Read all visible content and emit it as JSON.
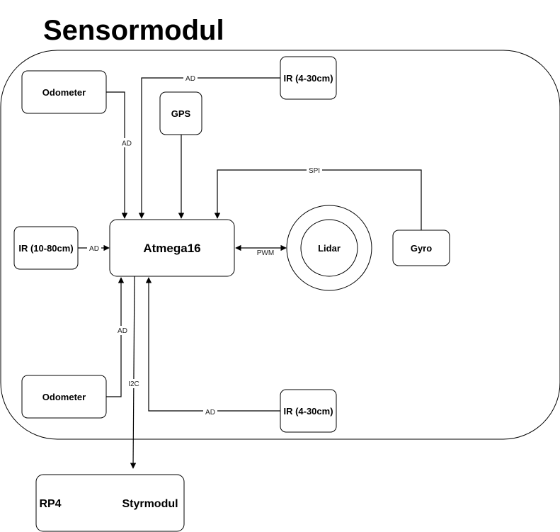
{
  "diagram": {
    "title": "Sensormodul",
    "nodes": {
      "odometer_top": "Odometer",
      "gps": "GPS",
      "ir_top": "IR (4-30cm)",
      "ir_left": "IR (10-80cm)",
      "atmega": "Atmega16",
      "lidar": "Lidar",
      "gyro": "Gyro",
      "odometer_bottom": "Odometer",
      "ir_bottom": "IR (4-30cm)",
      "rp4": "RP4",
      "styrmodul": "Styrmodul"
    },
    "edges": {
      "odometer_top_ad": "AD",
      "ir_top_ad": "AD",
      "gyro_spi": "SPI",
      "ir_left_ad": "AD",
      "lidar_pwm": "PWM",
      "odometer_bottom_ad": "AD",
      "i2c": "I2C",
      "ir_bottom_ad": "AD"
    }
  }
}
